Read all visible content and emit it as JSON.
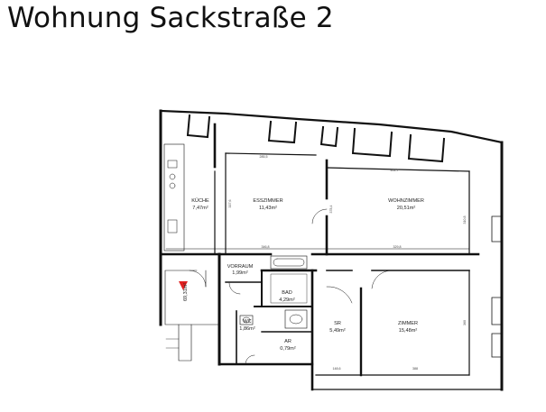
{
  "title": "Wohnung Sackstraße 2",
  "accent_color": "#e02020",
  "total_area": "69,31m²",
  "rooms": [
    {
      "name": "KÜCHE",
      "area": "7,47m²"
    },
    {
      "name": "ESSZIMMER",
      "area": "11,43m²"
    },
    {
      "name": "WOHNZIMMER",
      "area": "20,51m²"
    },
    {
      "name": "VORRAUM",
      "area": "1,99m²"
    },
    {
      "name": "BAD",
      "area": "4,29m²"
    },
    {
      "name": "WC",
      "area": "1,86m²"
    },
    {
      "name": "AR",
      "area": "0,79m²"
    },
    {
      "name": "SR",
      "area": "5,49m²"
    },
    {
      "name": "ZIMMER",
      "area": "15,48m²"
    }
  ],
  "dimensions": [
    "285,5",
    "402,7",
    "346,8",
    "329,8",
    "148,6",
    "388",
    "337,6",
    "378,4",
    "310,8",
    "360"
  ]
}
